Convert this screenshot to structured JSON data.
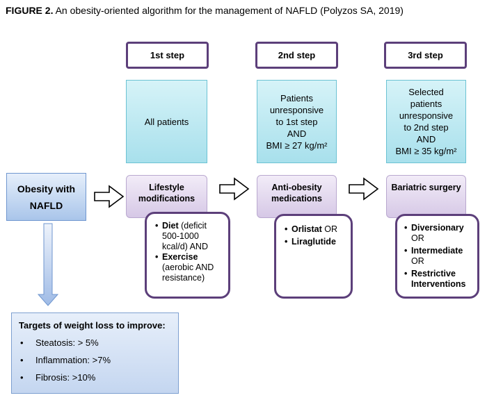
{
  "caption": {
    "label": "FIGURE 2.",
    "text": " An obesity-oriented algorithm for the management of NAFLD (Polyzos SA, 2019)"
  },
  "start": {
    "line1": "Obesity with",
    "line2": "NAFLD"
  },
  "steps": [
    {
      "header": "1st step",
      "patients": [
        "All patients"
      ],
      "treatment": [
        "Lifestyle",
        "modifications"
      ],
      "details": [
        {
          "bold": "Diet",
          "text": " (deficit 500-1000 kcal/d) AND"
        },
        {
          "bold": "Exercise",
          "text": " (aerobic AND resistance)"
        }
      ]
    },
    {
      "header": "2nd  step",
      "patients": [
        "Patients",
        "unresponsive",
        "to 1st step",
        "AND",
        "BMI ≥ 27 kg/m²"
      ],
      "treatment": [
        "Anti-obesity",
        "medications"
      ],
      "details": [
        {
          "bold": "Orlistat",
          "text": " OR"
        },
        {
          "bold": "Liraglutide",
          "text": ""
        }
      ]
    },
    {
      "header": "3rd step",
      "patients": [
        "Selected",
        "patients",
        "unresponsive",
        "to 2nd step",
        "AND",
        "BMI ≥ 35 kg/m²"
      ],
      "treatment": [
        "Bariatric surgery"
      ],
      "details": [
        {
          "bold": "Diversionary",
          "text": " OR"
        },
        {
          "bold": "Intermediate",
          "text": " OR"
        },
        {
          "bold": "Restrictive Interventions",
          "text": ""
        }
      ]
    }
  ],
  "targets": {
    "title": "Targets of weight loss to improve:",
    "items": [
      "Steatosis: > 5%",
      "Inflammation: >7%",
      "Fibrosis: >10%"
    ]
  }
}
